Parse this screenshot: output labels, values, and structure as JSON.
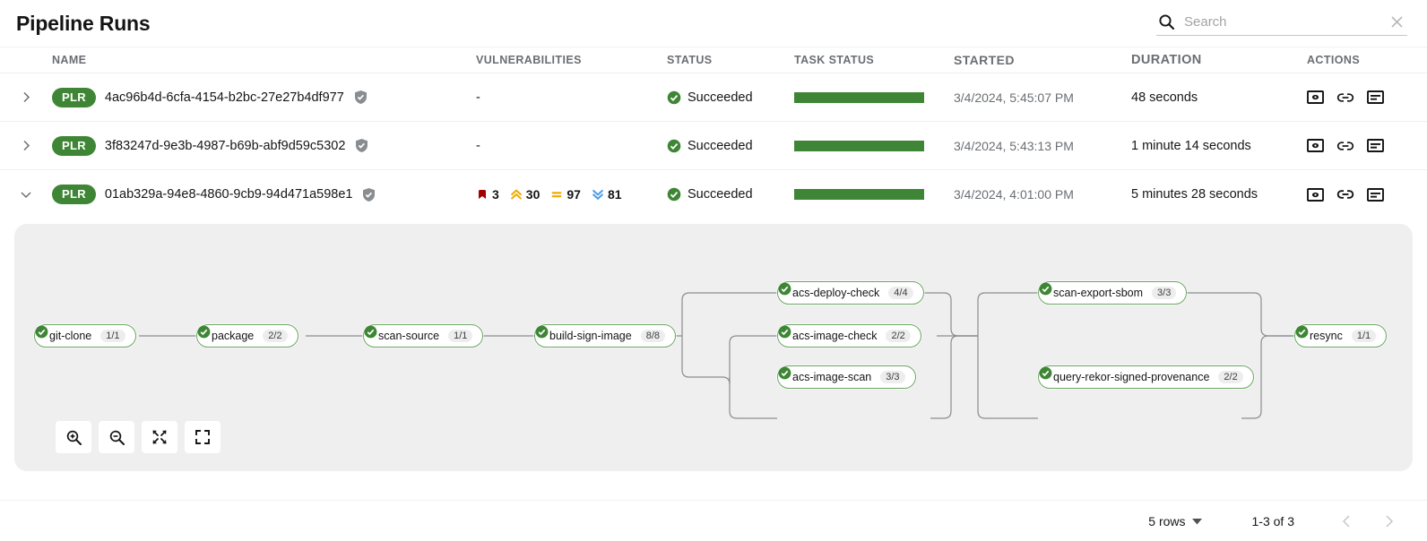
{
  "header": {
    "title": "Pipeline Runs",
    "search": {
      "placeholder": "Search",
      "value": ""
    }
  },
  "table": {
    "columns": [
      "NAME",
      "VULNERABILITIES",
      "STATUS",
      "TASK STATUS",
      "STARTED",
      "DURATION",
      "ACTIONS"
    ],
    "rows": [
      {
        "badge": "PLR",
        "name": "4ac96b4d-6cfa-4154-b2bc-27e27b4df977",
        "vulnerabilities": "-",
        "status": "Succeeded",
        "started": "3/4/2024, 5:45:07 PM",
        "duration": "48 seconds",
        "expanded": false
      },
      {
        "badge": "PLR",
        "name": "3f83247d-9e3b-4987-b69b-abf9d59c5302",
        "vulnerabilities": "-",
        "status": "Succeeded",
        "started": "3/4/2024, 5:43:13 PM",
        "duration": "1 minute 14 seconds",
        "expanded": false
      },
      {
        "badge": "PLR",
        "name": "01ab329a-94e8-4860-9cb9-94d471a598e1",
        "severities": [
          {
            "level": "critical",
            "count": "3",
            "color": "#a30000"
          },
          {
            "level": "high",
            "count": "30",
            "color": "#f0ab00"
          },
          {
            "level": "medium",
            "count": "97",
            "color": "#f0ab00"
          },
          {
            "level": "low",
            "count": "81",
            "color": "#519de9"
          }
        ],
        "status": "Succeeded",
        "started": "3/4/2024, 4:01:00 PM",
        "duration": "5 minutes 28 seconds",
        "expanded": true
      }
    ],
    "action_icons": [
      "view-logs-icon",
      "link-icon",
      "details-icon"
    ]
  },
  "pipeline": {
    "nodes": [
      {
        "id": "git-clone",
        "label": "git-clone",
        "count": "1/1",
        "status": "succeeded"
      },
      {
        "id": "package",
        "label": "package",
        "count": "2/2",
        "status": "succeeded"
      },
      {
        "id": "scan-source",
        "label": "scan-source",
        "count": "1/1",
        "status": "succeeded"
      },
      {
        "id": "build-sign-image",
        "label": "build-sign-image",
        "count": "8/8",
        "status": "succeeded"
      },
      {
        "id": "acs-deploy-check",
        "label": "acs-deploy-check",
        "count": "4/4",
        "status": "succeeded"
      },
      {
        "id": "acs-image-check",
        "label": "acs-image-check",
        "count": "2/2",
        "status": "succeeded"
      },
      {
        "id": "acs-image-scan",
        "label": "acs-image-scan",
        "count": "3/3",
        "status": "succeeded"
      },
      {
        "id": "scan-export-sbom",
        "label": "scan-export-sbom",
        "count": "3/3",
        "status": "succeeded"
      },
      {
        "id": "query-rekor-signed-provenance",
        "label": "query-rekor-signed-provenance",
        "count": "2/2",
        "status": "succeeded"
      },
      {
        "id": "resync",
        "label": "resync",
        "count": "1/1",
        "status": "succeeded"
      }
    ],
    "controls": [
      "zoom-in",
      "zoom-out",
      "fit-to-screen",
      "expand"
    ]
  },
  "footer": {
    "rows_per_page": "5 rows",
    "range": "1-3 of 3"
  },
  "colors": {
    "accent_green": "#3e8635",
    "node_border": "#6ca664",
    "panel_bg": "#efefef",
    "muted_text": "#6a6e73"
  }
}
